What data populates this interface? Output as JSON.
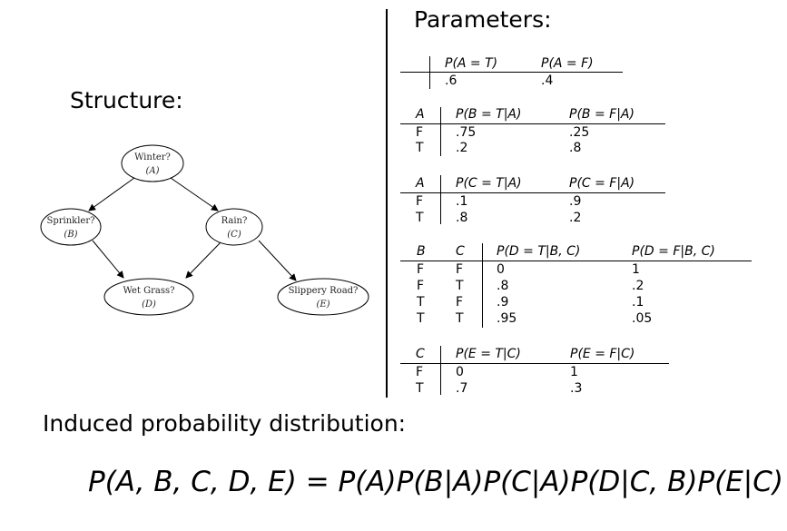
{
  "structure_heading": "Structure:",
  "parameters_heading": "Parameters:",
  "induced_heading": "Induced probability distribution:",
  "formula": "P(A, B, C, D, E) = P(A)P(B|A)P(C|A)P(D|C, B)P(E|C)",
  "network": {
    "nodes": [
      {
        "id": "A",
        "name": "Winter?",
        "var": "(A)"
      },
      {
        "id": "B",
        "name": "Sprinkler?",
        "var": "(B)"
      },
      {
        "id": "C",
        "name": "Rain?",
        "var": "(C)"
      },
      {
        "id": "D",
        "name": "Wet Grass?",
        "var": "(D)"
      },
      {
        "id": "E",
        "name": "Slippery Road?",
        "var": "(E)"
      }
    ],
    "edges": [
      [
        "A",
        "B"
      ],
      [
        "A",
        "C"
      ],
      [
        "B",
        "D"
      ],
      [
        "C",
        "D"
      ],
      [
        "C",
        "E"
      ]
    ]
  },
  "tables": [
    {
      "id": "A",
      "headers": [
        "P(A = T)",
        "P(A = F)"
      ],
      "rows": [
        [
          ".6",
          ".4"
        ]
      ]
    },
    {
      "id": "B",
      "headers": [
        "A",
        "P(B = T|A)",
        "P(B = F|A)"
      ],
      "rows": [
        [
          "F",
          ".75",
          ".25"
        ],
        [
          "T",
          ".2",
          ".8"
        ]
      ]
    },
    {
      "id": "C",
      "headers": [
        "A",
        "P(C = T|A)",
        "P(C = F|A)"
      ],
      "rows": [
        [
          "F",
          ".1",
          ".9"
        ],
        [
          "T",
          ".8",
          ".2"
        ]
      ]
    },
    {
      "id": "D",
      "headers": [
        "B",
        "C",
        "P(D = T|B, C)",
        "P(D = F|B, C)"
      ],
      "rows": [
        [
          "F",
          "F",
          "0",
          "1"
        ],
        [
          "F",
          "T",
          ".8",
          ".2"
        ],
        [
          "T",
          "F",
          ".9",
          ".1"
        ],
        [
          "T",
          "T",
          ".95",
          ".05"
        ]
      ]
    },
    {
      "id": "E",
      "headers": [
        "C",
        "P(E = T|C)",
        "P(E = F|C)"
      ],
      "rows": [
        [
          "F",
          "0",
          "1"
        ],
        [
          "T",
          ".7",
          ".3"
        ]
      ]
    }
  ]
}
